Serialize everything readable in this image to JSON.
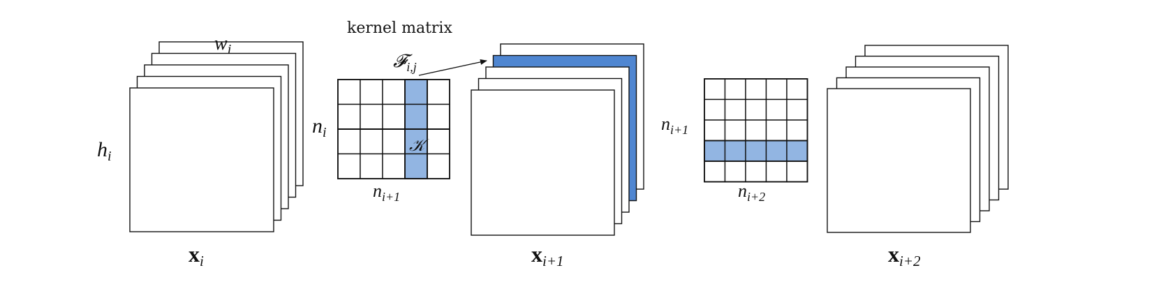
{
  "title": "kernel matrix",
  "labels": {
    "w_i": {
      "main": "w",
      "sub": "i"
    },
    "h_i": {
      "main": "h",
      "sub": "i"
    },
    "n_i": {
      "main": "n",
      "sub": "i"
    },
    "n_i1_bottom": {
      "main": "n",
      "sub": "i+1"
    },
    "n_i1_right": {
      "main": "n",
      "sub": "i+1"
    },
    "n_i2": {
      "main": "n",
      "sub": "i+2"
    },
    "F_ij": {
      "main": "𝓕",
      "sub": "i,j"
    },
    "K": {
      "main": "𝒦"
    },
    "x_i": {
      "main": "x",
      "sub": "i"
    },
    "x_i1": {
      "main": "x",
      "sub": "i+1"
    },
    "x_i2": {
      "main": "x",
      "sub": "i+2"
    }
  },
  "colors": {
    "highlight_column": "#92b5e2",
    "highlight_map": "#4f86d1",
    "highlight_row": "#92b5e2",
    "stroke": "#111111",
    "background": "#ffffff"
  },
  "kernel_matrix_1": {
    "rows": 4,
    "cols": 5,
    "highlight": "column",
    "highlight_index": 3
  },
  "kernel_matrix_2": {
    "rows": 5,
    "cols": 5,
    "highlight": "row",
    "highlight_index": 3
  },
  "stack_1": {
    "count": 5,
    "highlight_index": null
  },
  "stack_2": {
    "count": 5,
    "highlight_index": 1
  },
  "stack_3": {
    "count": 5,
    "highlight_index": null
  }
}
